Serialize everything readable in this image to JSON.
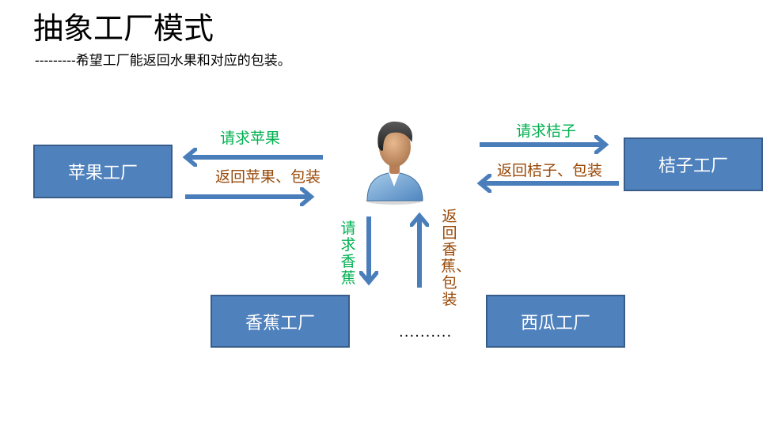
{
  "title": "抽象工厂模式",
  "subtitle": "---------希望工厂能返回水果和对应的包装。",
  "factories": {
    "apple": "苹果工厂",
    "orange": "桔子工厂",
    "banana": "香蕉工厂",
    "melon": "西瓜工厂"
  },
  "labels": {
    "request_apple": "请求苹果",
    "return_apple": "返回苹果、包装",
    "request_orange": "请求桔子",
    "return_orange": "返回桔子、包装",
    "request_banana": "请求香蕉",
    "return_banana": "返回香蕉、包装"
  },
  "more": "..........",
  "client_icon": "person-icon",
  "colors": {
    "box_fill": "#4f81bd",
    "box_border": "#385d8a",
    "arrow": "#4a7ebb",
    "request_text": "#00b050",
    "return_text": "#984807"
  }
}
